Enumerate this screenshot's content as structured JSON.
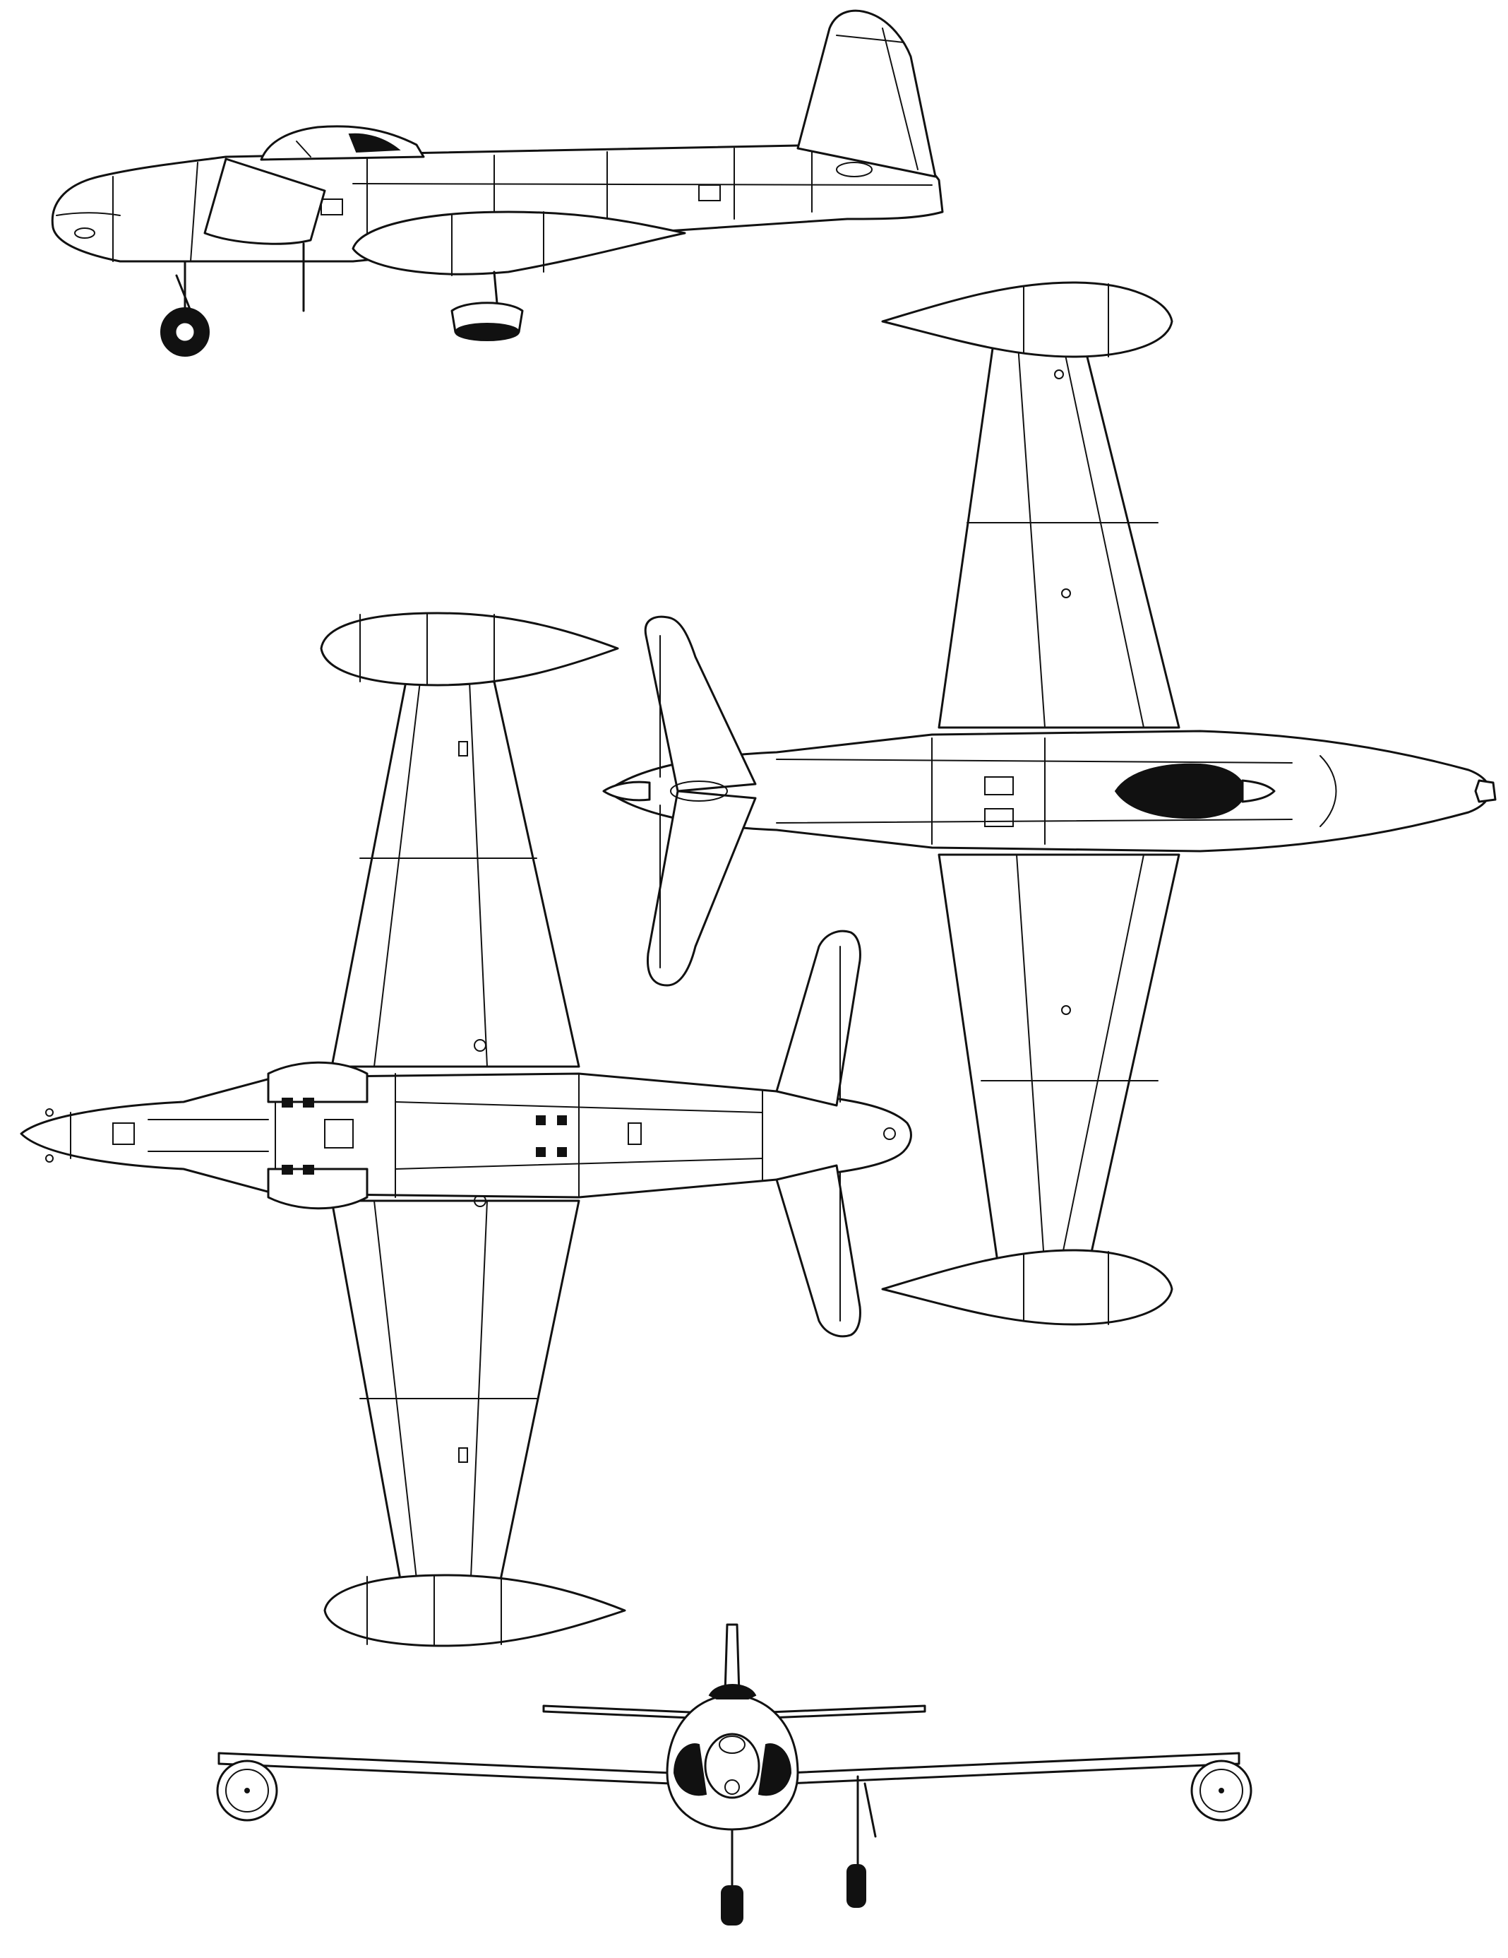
{
  "drawing": {
    "views": [
      "side-view",
      "top-view",
      "bottom-view",
      "front-view"
    ],
    "line_color": "#111111",
    "background_color": "#ffffff"
  }
}
